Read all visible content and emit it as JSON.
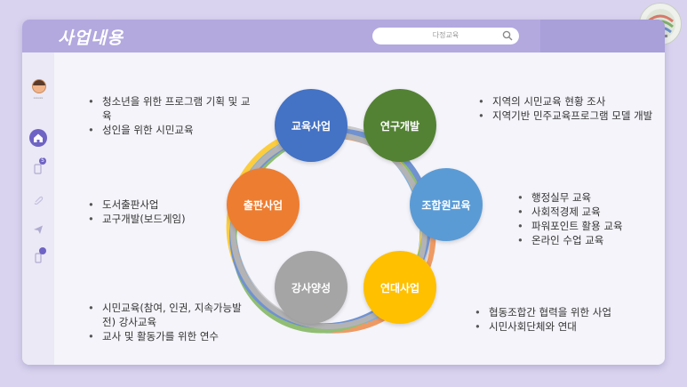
{
  "header": {
    "title": "사업내용",
    "search_placeholder": "다정교육"
  },
  "sidebar": {
    "avatar_caption": "xxxxxx",
    "badge_count": "5"
  },
  "circles": [
    {
      "label": "교육사업",
      "color": "#4472c4"
    },
    {
      "label": "연구개발",
      "color": "#548235"
    },
    {
      "label": "조합원교육",
      "color": "#5b9bd5"
    },
    {
      "label": "연대사업",
      "color": "#ffc000"
    },
    {
      "label": "강사양성",
      "color": "#a5a5a5"
    },
    {
      "label": "출판사업",
      "color": "#ed7d31"
    }
  ],
  "sections": {
    "edu": [
      "청소년을 위한 프로그램 기획 및 교육",
      "성인을 위한 시민교육"
    ],
    "research": [
      "지역의 시민교육 현황 조사",
      "지역기반 민주교육프로그램 모델 개발"
    ],
    "member": [
      "행정실무 교육",
      "사회적경제 교육",
      "파워포인트 활용 교육",
      "온라인 수업 교육"
    ],
    "solidarity": [
      "협동조합간 협력을 위한 사업",
      "시민사회단체와 연대"
    ],
    "instructor": [
      "시민교육(참여, 인권, 지속가능발전) 강사교육",
      "교사 및 활동가를 위한 연수"
    ],
    "publishing": [
      "도서출판사업",
      "교구개발(보드게임)"
    ]
  }
}
